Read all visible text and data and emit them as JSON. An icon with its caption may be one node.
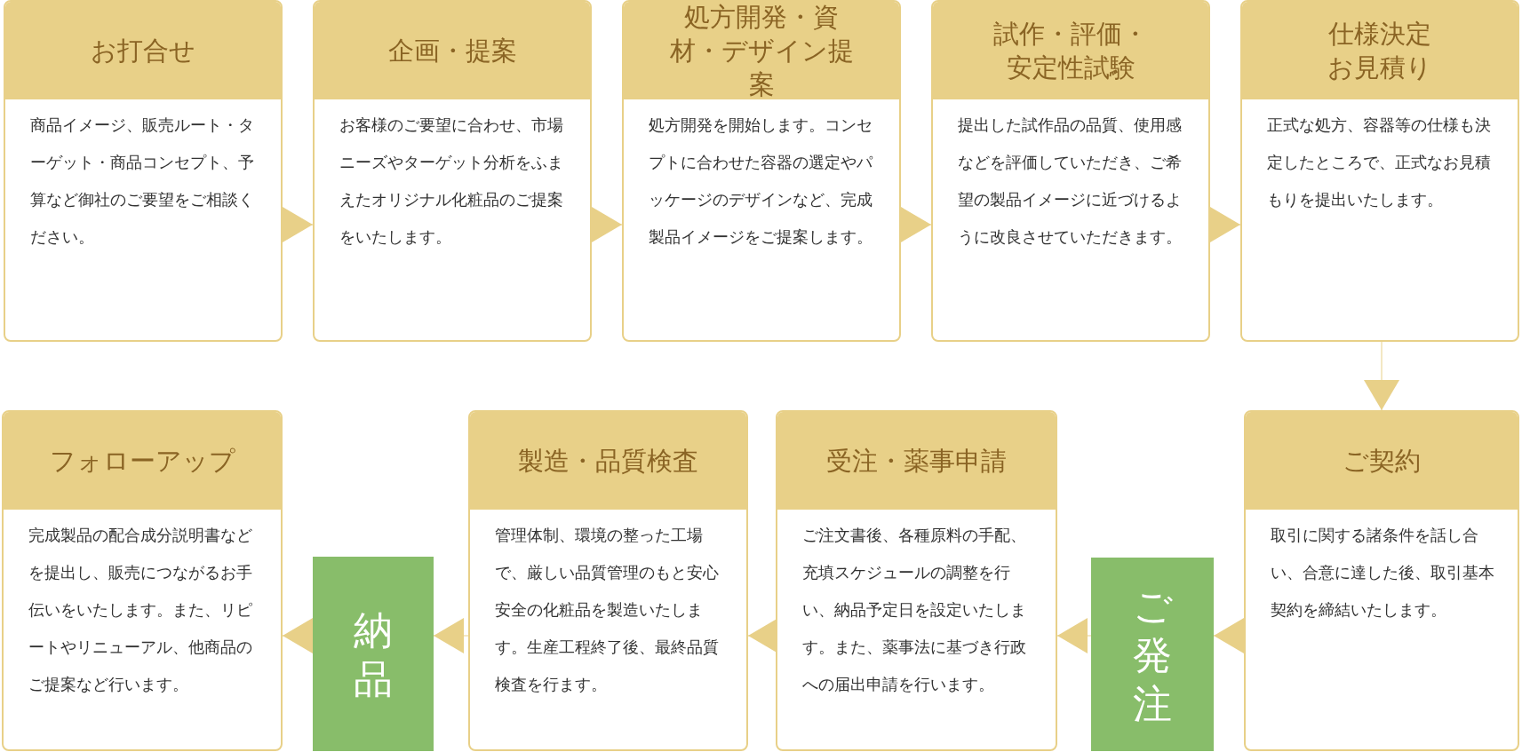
{
  "diagram": {
    "nodes": [
      {
        "text": [
          "お打合せ",
          "商品イメージ、販売ルート・ターゲット・商品コンセプト、予算など御社のご要望をご相談ください。"
        ]
      },
      {
        "text": [
          "企画・提案",
          "お客様のご要望に合わせ、市場ニーズやターゲット分析をふまえたオリジナル化粧品のご提案をいたします。"
        ]
      },
      {
        "text": [
          "処方開発・資材・デザイン提案",
          "処方開発を開始します。コンセプトに合わせた容器の選定やパッケージのデザインなど、完成製品イメージをご提案します。"
        ]
      },
      {
        "text": [
          "試作・評価・安定性試験",
          "提出した試作品の品質、使用感などを評価していただき、ご希望の製品イメージに近づけるように改良させていただきます。"
        ]
      },
      {
        "text": [
          "仕様決定お見積り",
          "正式な処方、容器等の仕様も決定したところで、正式なお見積もりを提出いたします。"
        ]
      },
      {
        "text": [
          "ご契約",
          "取引に関する諸条件を話し合い、合意に達した後、取引基本契約を締結いたします。"
        ]
      },
      {
        "text": [
          "ご発注"
        ]
      },
      {
        "text": [
          "受注・薬事申請",
          "ご注文書後、各種原料の手配、充填スケジュールの調整を行い、納品予定日を設定いたします。また、薬事法に基づき行政への届出申請を行います。"
        ]
      },
      {
        "text": [
          "製造・品質検査",
          "管理体制、環境の整った工場で、厳しい品質管理のもと安心安全の化粧品を製造いたします。生産工程終了後、最終品質検査を行ます。"
        ]
      },
      {
        "text": [
          "納品"
        ]
      },
      {
        "text": [
          "フォローアップ",
          "完成製品の配合成分説明書などを提出し、販売につながるお手伝いをいたします。また、リピートやリニューアル、他商品のご提案など行います。"
        ]
      }
    ],
    "edges": [
      {
        "from": 0,
        "to": 1,
        "arrow": "to"
      },
      {
        "from": 1,
        "to": 2,
        "arrow": "to"
      },
      {
        "from": 2,
        "to": 3,
        "arrow": "to"
      },
      {
        "from": 3,
        "to": 4,
        "arrow": "to"
      },
      {
        "from": 4,
        "to": 5,
        "arrow": "to"
      },
      {
        "from": 5,
        "to": 6,
        "arrow": "to"
      },
      {
        "from": 6,
        "to": 7,
        "arrow": "to"
      },
      {
        "from": 7,
        "to": 8,
        "arrow": "to"
      },
      {
        "from": 8,
        "to": 9,
        "arrow": "to"
      },
      {
        "from": 9,
        "to": 10,
        "arrow": "to"
      }
    ]
  }
}
